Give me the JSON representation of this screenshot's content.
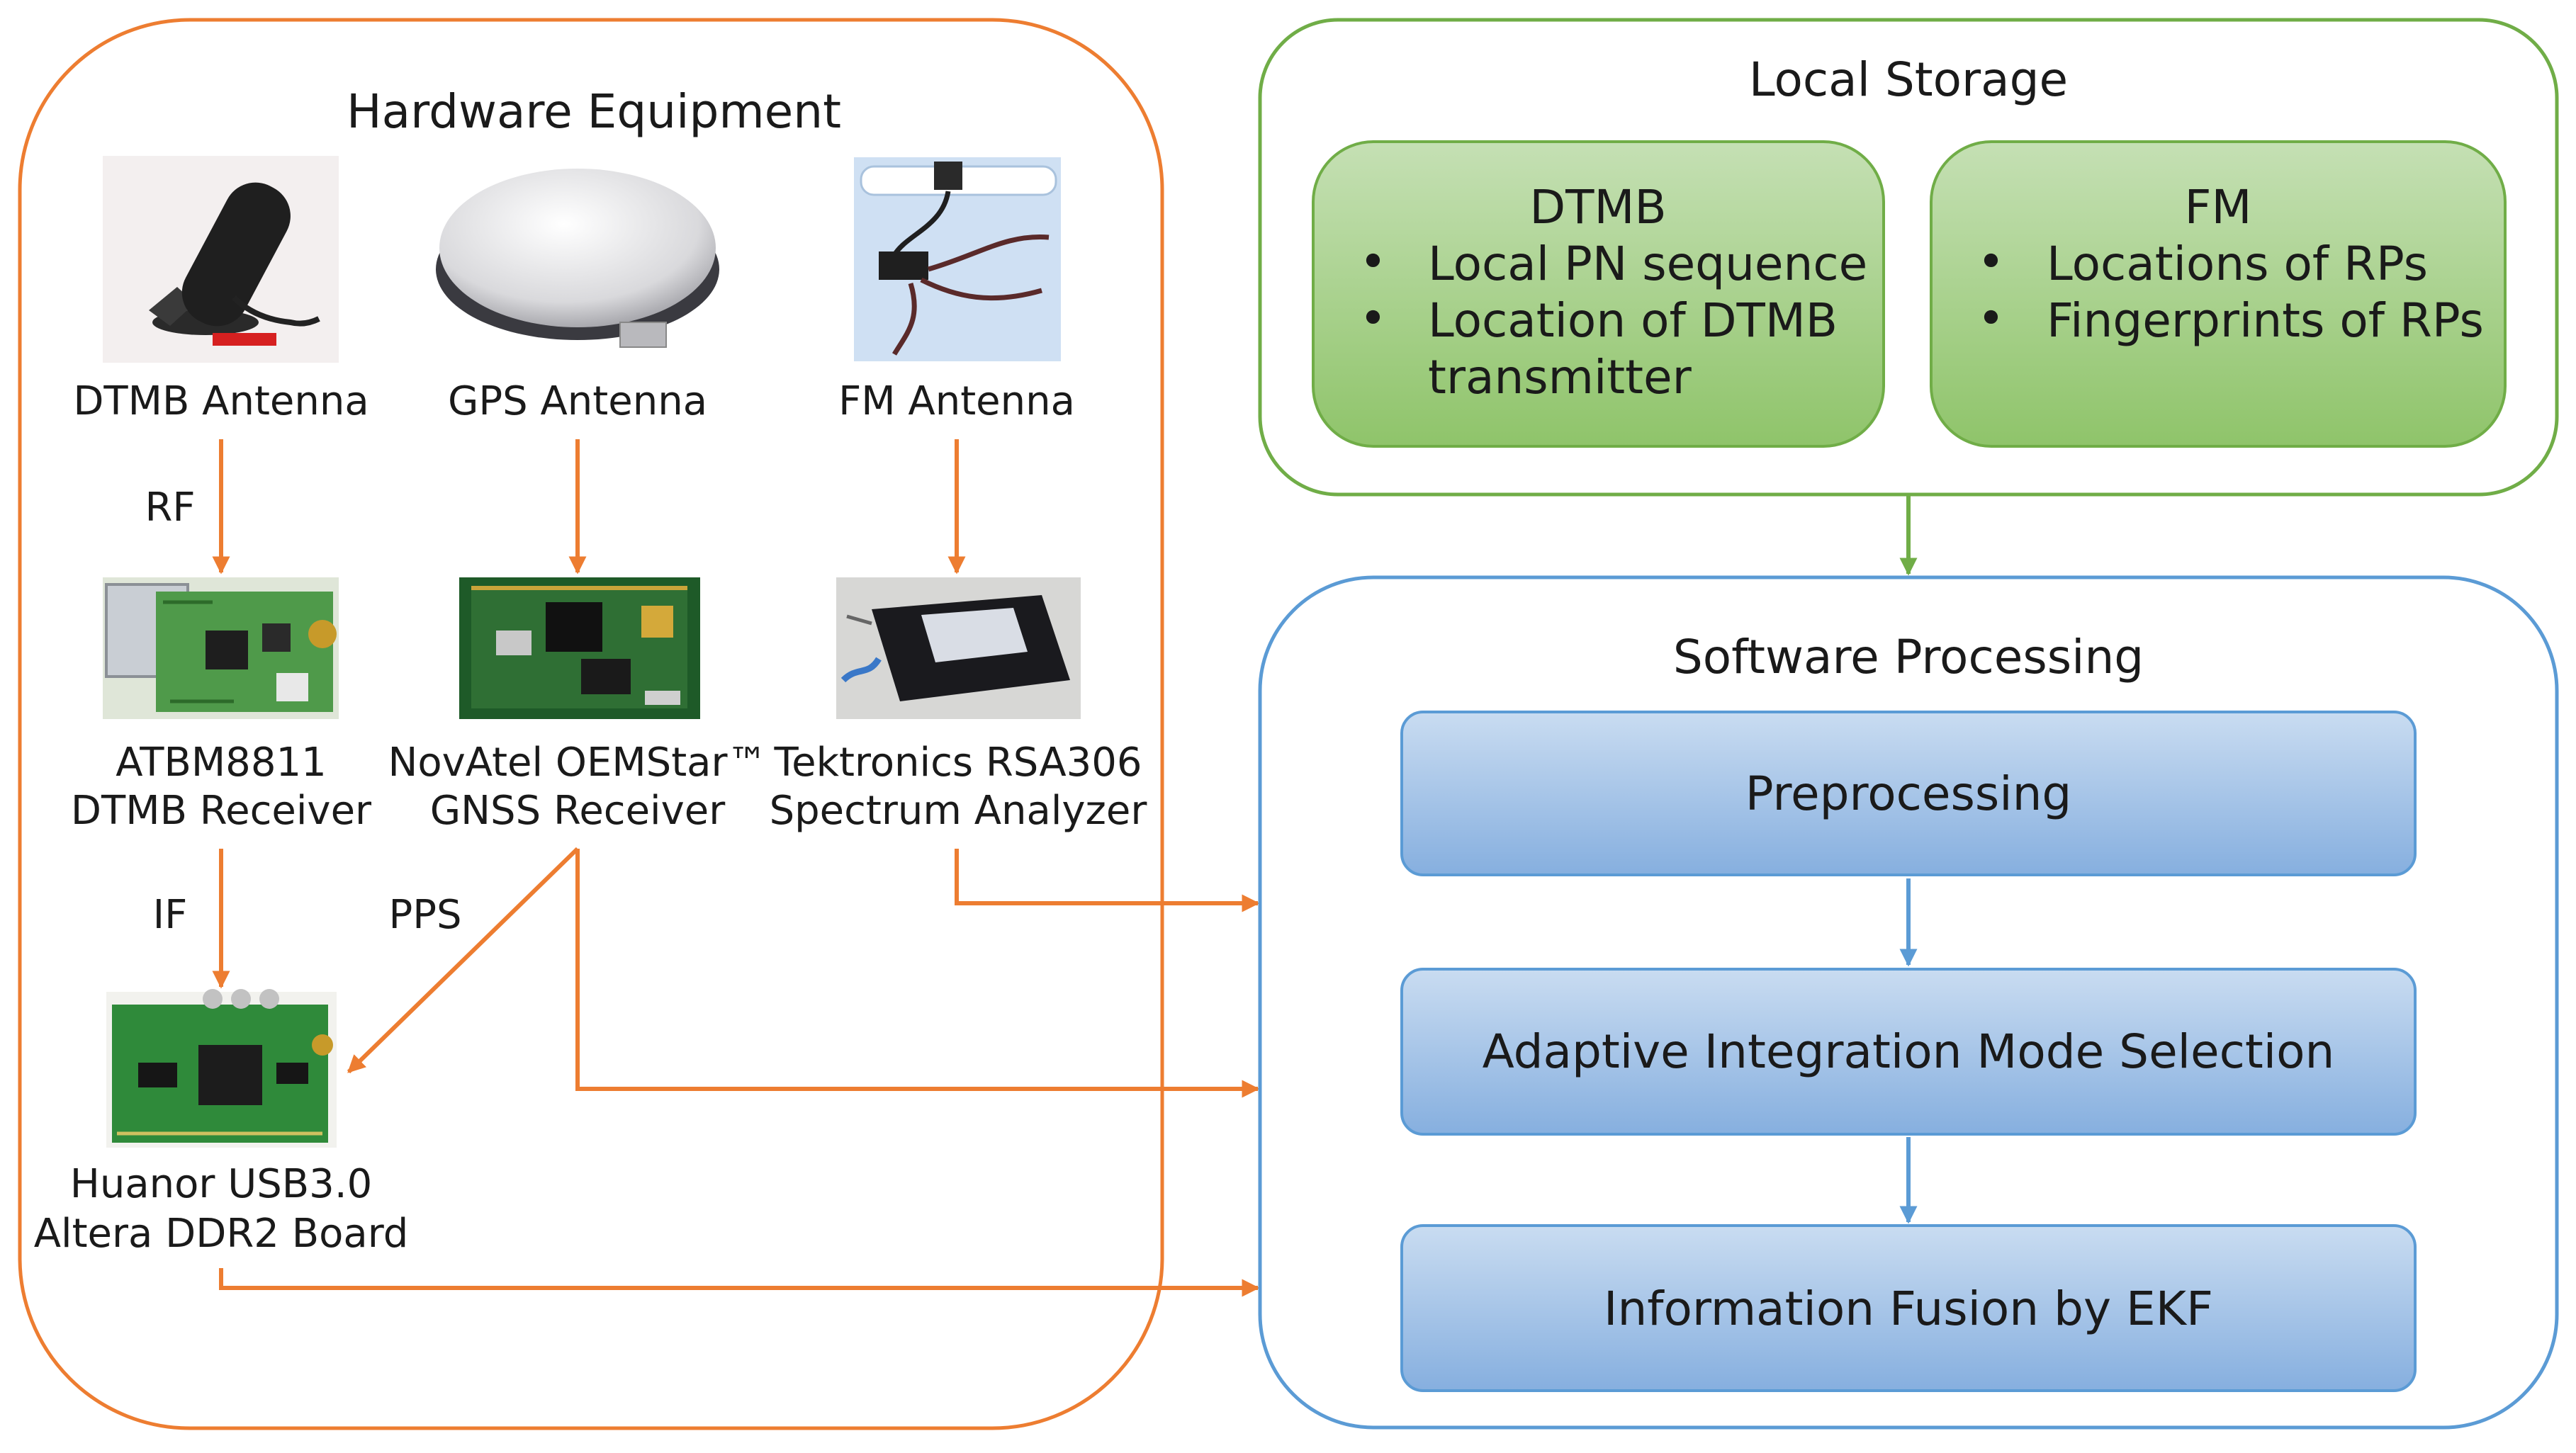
{
  "hardware": {
    "title": "Hardware Equipment",
    "antennas": [
      {
        "id": "dtmb",
        "label": "DTMB Antenna",
        "icon": "dtmb-antenna-photo"
      },
      {
        "id": "gps",
        "label": "GPS Antenna",
        "icon": "gps-antenna-photo"
      },
      {
        "id": "fm",
        "label": "FM Antenna",
        "icon": "fm-antenna-photo"
      }
    ],
    "receivers": [
      {
        "id": "atbm",
        "line1": "ATBM8811",
        "line2": "DTMB Receiver",
        "icon": "dtmb-receiver-board-photo"
      },
      {
        "id": "novatel",
        "line1": "NovAtel OEMStar™",
        "line2": "GNSS Receiver",
        "icon": "gnss-receiver-board-photo"
      },
      {
        "id": "tek",
        "line1": "Tektronics RSA306",
        "line2": "Spectrum Analyzer",
        "icon": "spectrum-analyzer-photo"
      }
    ],
    "board": {
      "line1": "Huanor USB3.0",
      "line2": "Altera DDR2 Board",
      "icon": "fpga-board-photo"
    },
    "signals": {
      "rf": "RF",
      "if": "IF",
      "pps": "PPS"
    }
  },
  "storage": {
    "title": "Local Storage",
    "dtmb": {
      "title": "DTMB",
      "items": [
        "Local PN sequence",
        "Location of DTMB",
        "transmitter"
      ]
    },
    "fm": {
      "title": "FM",
      "items": [
        "Locations of RPs",
        "Fingerprints of RPs"
      ]
    }
  },
  "software": {
    "title": "Software Processing",
    "steps": [
      "Preprocessing",
      "Adaptive Integration Mode Selection",
      "Information Fusion by EKF"
    ]
  },
  "colors": {
    "orange": "#ed7d31",
    "green": "#70ad47",
    "blue": "#5b9bd5",
    "green_fill": "#a9d18e",
    "blue_fill": "#9dc3e6"
  }
}
